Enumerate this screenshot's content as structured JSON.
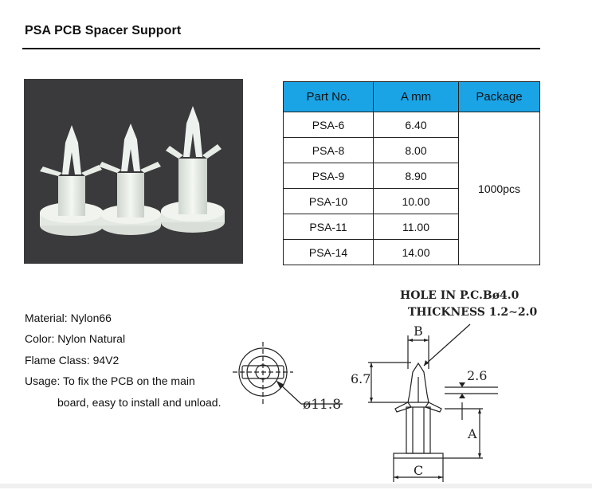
{
  "page": {
    "title": "PSA  PCB Spacer Support"
  },
  "table": {
    "headers": [
      "Part No.",
      "A mm",
      "Package"
    ],
    "rows": [
      {
        "part": "PSA-6",
        "a": "6.40"
      },
      {
        "part": "PSA-8",
        "a": "8.00"
      },
      {
        "part": "PSA-9",
        "a": "8.90"
      },
      {
        "part": "PSA-10",
        "a": "10.00"
      },
      {
        "part": "PSA-11",
        "a": "11.00"
      },
      {
        "part": "PSA-14",
        "a": "14.00"
      }
    ],
    "package": "1000pcs"
  },
  "properties": {
    "material": "Material: Nylon66",
    "color": "Color: Nylon Natural",
    "flame": "Flame Class: 94V2",
    "usage_line1": "Usage:  To fix the PCB on the main",
    "usage_line2": "board, easy to install and unload."
  },
  "drawing": {
    "hole_note": "HOLE IN P.C.Bø4.0",
    "thickness_note": "THICKNESS 1.2∼2.0",
    "diameter": "ø11.8",
    "dim_b": "B",
    "dim_height": "6.7",
    "dim_gap": "2.6",
    "dim_a": "A",
    "dim_c": "C"
  },
  "colors": {
    "header_bg": "#1aa4e6",
    "photo_bg": "#3a3a3c",
    "part_color": "#eef2ee"
  }
}
